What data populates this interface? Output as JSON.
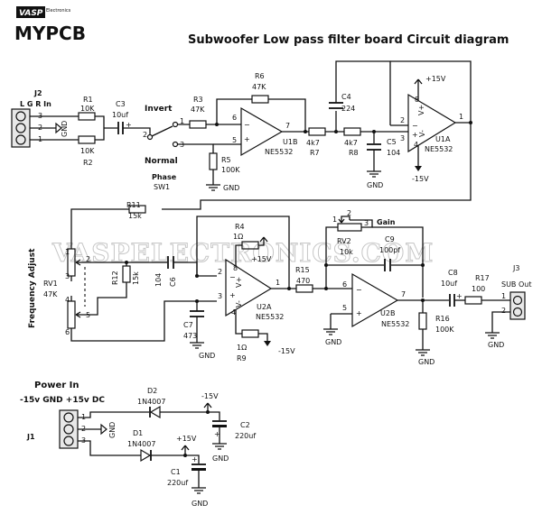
{
  "logo": {
    "top": "VASP",
    "sub": "Electronics",
    "main": "MYPCB"
  },
  "title": "Subwoofer Low pass filter board Circuit diagram",
  "watermark": "VASPELECTRONICS.COM",
  "input": {
    "connector": "J2",
    "header": "L G R In",
    "pins": [
      "3",
      "2",
      "1"
    ],
    "gnd": "GND",
    "r1": {
      "ref": "R1",
      "value": "10K"
    },
    "r2": {
      "ref": "R2",
      "value": "10K"
    },
    "c3": {
      "ref": "C3",
      "value": "10uf"
    }
  },
  "switch": {
    "ref": "SW1",
    "name": "Phase",
    "invert": "Invert",
    "normal": "Normal",
    "pins": [
      "1",
      "2",
      "3"
    ]
  },
  "stage1": {
    "r3": {
      "ref": "R3",
      "value": "47K"
    },
    "r6": {
      "ref": "R6",
      "value": "47K"
    },
    "r5": {
      "ref": "R5",
      "value": "100K"
    },
    "gnd": "GND",
    "opamp": {
      "ref": "U1B",
      "part": "NE5532",
      "pins": [
        "6",
        "5",
        "7"
      ]
    }
  },
  "stage2": {
    "r7": {
      "ref": "R7",
      "value": "4k7"
    },
    "r8": {
      "ref": "R8",
      "value": "4k7"
    },
    "c4": {
      "ref": "C4",
      "value": "224"
    },
    "c5": {
      "ref": "C5",
      "value": "104"
    },
    "gnd": "GND",
    "opamp": {
      "ref": "U1A",
      "part": "NE5532",
      "pins": [
        "2",
        "3",
        "1",
        "8",
        "4"
      ],
      "vplus": "V+",
      "vminus": "V-"
    },
    "pos_supply": "+15V",
    "neg_supply": "-15V"
  },
  "freq": {
    "label": "Frequency Adjust",
    "r11": {
      "ref": "R11",
      "value": "15k"
    },
    "r12": {
      "ref": "R12",
      "value": "15k"
    },
    "rv1": {
      "ref": "RV1",
      "value": "47K"
    },
    "c6": {
      "ref": "C6",
      "value": "104"
    },
    "c7": {
      "ref": "C7",
      "value": "473"
    },
    "pins": [
      "1",
      "2",
      "3",
      "4",
      "5",
      "6"
    ],
    "gnd": "GND"
  },
  "stage3": {
    "r4": {
      "ref": "R4",
      "value": "1Ω"
    },
    "r9": {
      "ref": "R9",
      "value": "1Ω"
    },
    "pos_supply": "+15V",
    "neg_supply": "-15V",
    "opamp": {
      "ref": "U2A",
      "part": "NE5532",
      "pins": [
        "2",
        "3",
        "1",
        "8",
        "4"
      ],
      "vplus": "V+",
      "vminus": "V-"
    }
  },
  "stage4": {
    "r15": {
      "ref": "R15",
      "value": "470"
    },
    "rv2": {
      "ref": "RV2",
      "value": "10k",
      "pins": [
        "1",
        "2",
        "3"
      ]
    },
    "gain": "Gain",
    "c9": {
      "ref": "C9",
      "value": "100pf"
    },
    "gnd": "GND",
    "opamp": {
      "ref": "U2B",
      "part": "NE5532",
      "pins": [
        "6",
        "5",
        "7"
      ]
    }
  },
  "output": {
    "c8": {
      "ref": "C8",
      "value": "10uf"
    },
    "r17": {
      "ref": "R17",
      "value": "100"
    },
    "r16": {
      "ref": "R16",
      "value": "100K"
    },
    "connector": "J3",
    "header": "SUB Out",
    "pins": [
      "1",
      "2"
    ],
    "gnd": "GND"
  },
  "power": {
    "title": "Power In",
    "subtitle": "-15v GND +15v DC",
    "connector": "J1",
    "pins": [
      "1",
      "2",
      "3"
    ],
    "d1": {
      "ref": "D1",
      "value": "1N4007"
    },
    "d2": {
      "ref": "D2",
      "value": "1N4007"
    },
    "c1": {
      "ref": "C1",
      "value": "220uf"
    },
    "c2": {
      "ref": "C2",
      "value": "220uf"
    },
    "neg": "-15V",
    "pos": "+15V",
    "gnd": "GND"
  }
}
